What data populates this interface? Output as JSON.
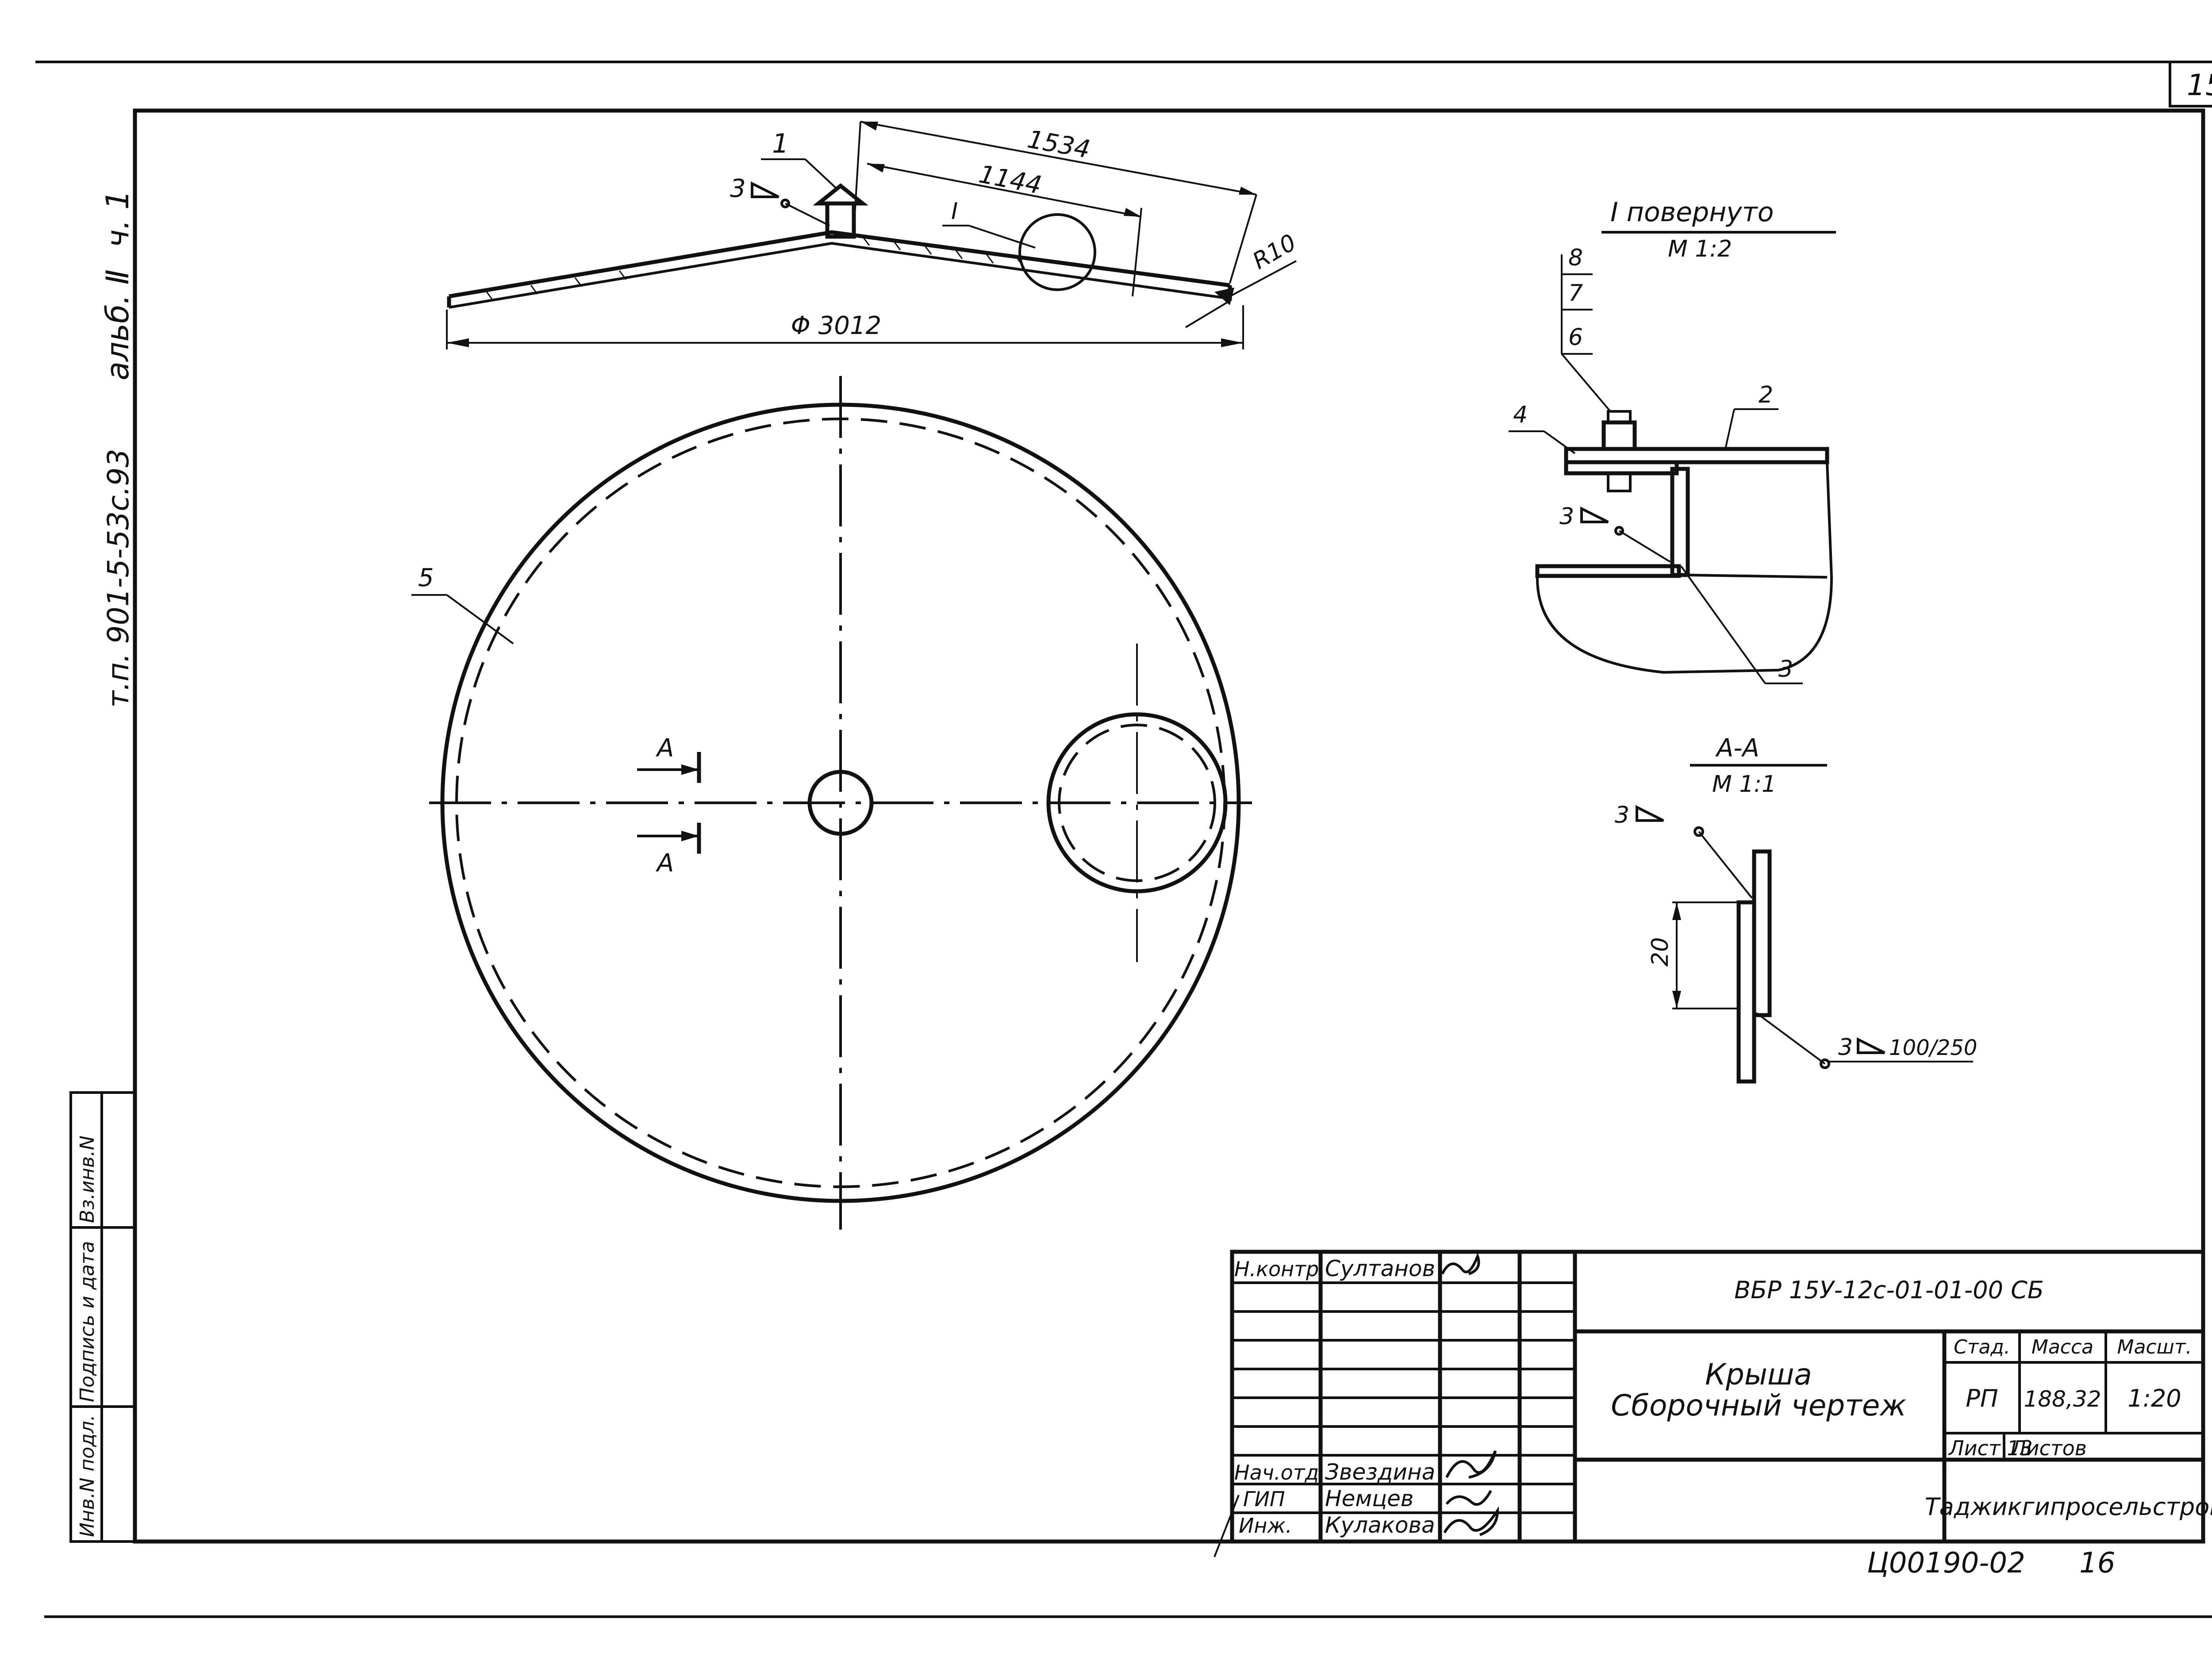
{
  "sheet": {
    "page_number": "15",
    "archive_number": "Ц00190-02",
    "archive_page": "16"
  },
  "side_stamp": {
    "project_code": "т.п. 901-5-53с.93",
    "album": "альб. Ⅱ",
    "part": "ч. 1",
    "cells": [
      "Инв.N подл.",
      "Подпись и дата",
      "Вз.инв.N"
    ]
  },
  "roof_profile": {
    "dim_outer": "1534",
    "dim_inner": "1144",
    "diameter": "Φ 3012",
    "radius": "R10",
    "weld_note": "3",
    "callout_1": "1",
    "callout_node": "I"
  },
  "plan_view": {
    "callout_5": "5",
    "section_label_top": "A",
    "section_label_bottom": "A"
  },
  "detail_one": {
    "title": "I  повернуто",
    "scale": "М 1:2",
    "weld_note": "3",
    "callouts": [
      "8",
      "7",
      "6",
      "4",
      "2",
      "3"
    ]
  },
  "section_aa": {
    "title": "А-А",
    "scale": "М 1:1",
    "weld_top": "3",
    "weld_bottom": "3",
    "weld_bottom_spec": "100/250",
    "dim_20": "20"
  },
  "title_block": {
    "signatures": [
      {
        "role": "Н.контр.",
        "name": "Султанов"
      },
      {
        "role": "Нач.отд.",
        "name": "Звездина"
      },
      {
        "role": "ГИП",
        "name": "Немцев"
      },
      {
        "role": "Инж.",
        "name": "Кулакова"
      }
    ],
    "doc_code": "ВБР 15У-12с-01-01-00 СБ",
    "name_line1": "Крыша",
    "name_line2": "Сборочный чертеж",
    "stage_header": "Стад.",
    "mass_header": "Масса",
    "scale_header": "Масшт.",
    "stage": "РП",
    "mass": "188,32",
    "scale": "1:20",
    "sheet_label": "Лист 13",
    "sheets_label": "Листов",
    "organization": "Таджикгипросельстрой"
  }
}
